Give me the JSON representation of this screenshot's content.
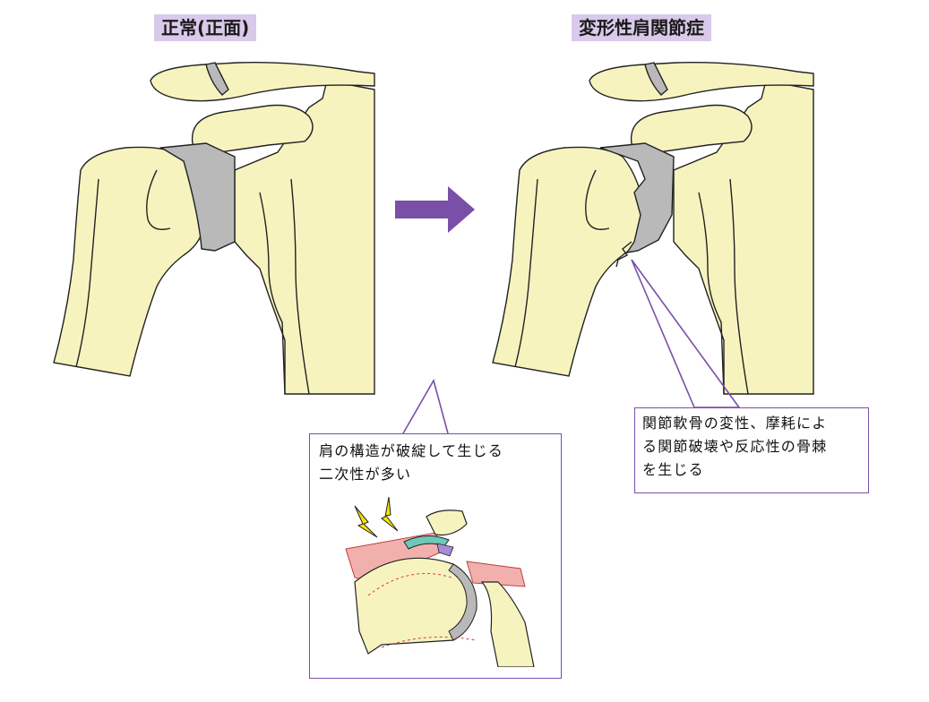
{
  "titles": {
    "normal": "正常(正面)",
    "oa": "変形性肩関節症"
  },
  "callouts": {
    "right": [
      "関節軟骨の変性、摩耗によ",
      "る関節破壊や反応性の骨棘",
      "を生じる"
    ],
    "center": [
      "肩の構造が破綻して生じる",
      "二次性が多い"
    ]
  },
  "colors": {
    "bone": "#f7f3bf",
    "cartilage": "#b9b9b9",
    "accent_purple": "#7a4fa8",
    "label_bg": "#d9c9ea",
    "muscle": "#f2b0ad",
    "lightning": "#f7e400",
    "tendon": "#6cc9b8"
  },
  "icons": {
    "arrow": "right-arrow-icon",
    "lightning": "lightning-icon"
  }
}
